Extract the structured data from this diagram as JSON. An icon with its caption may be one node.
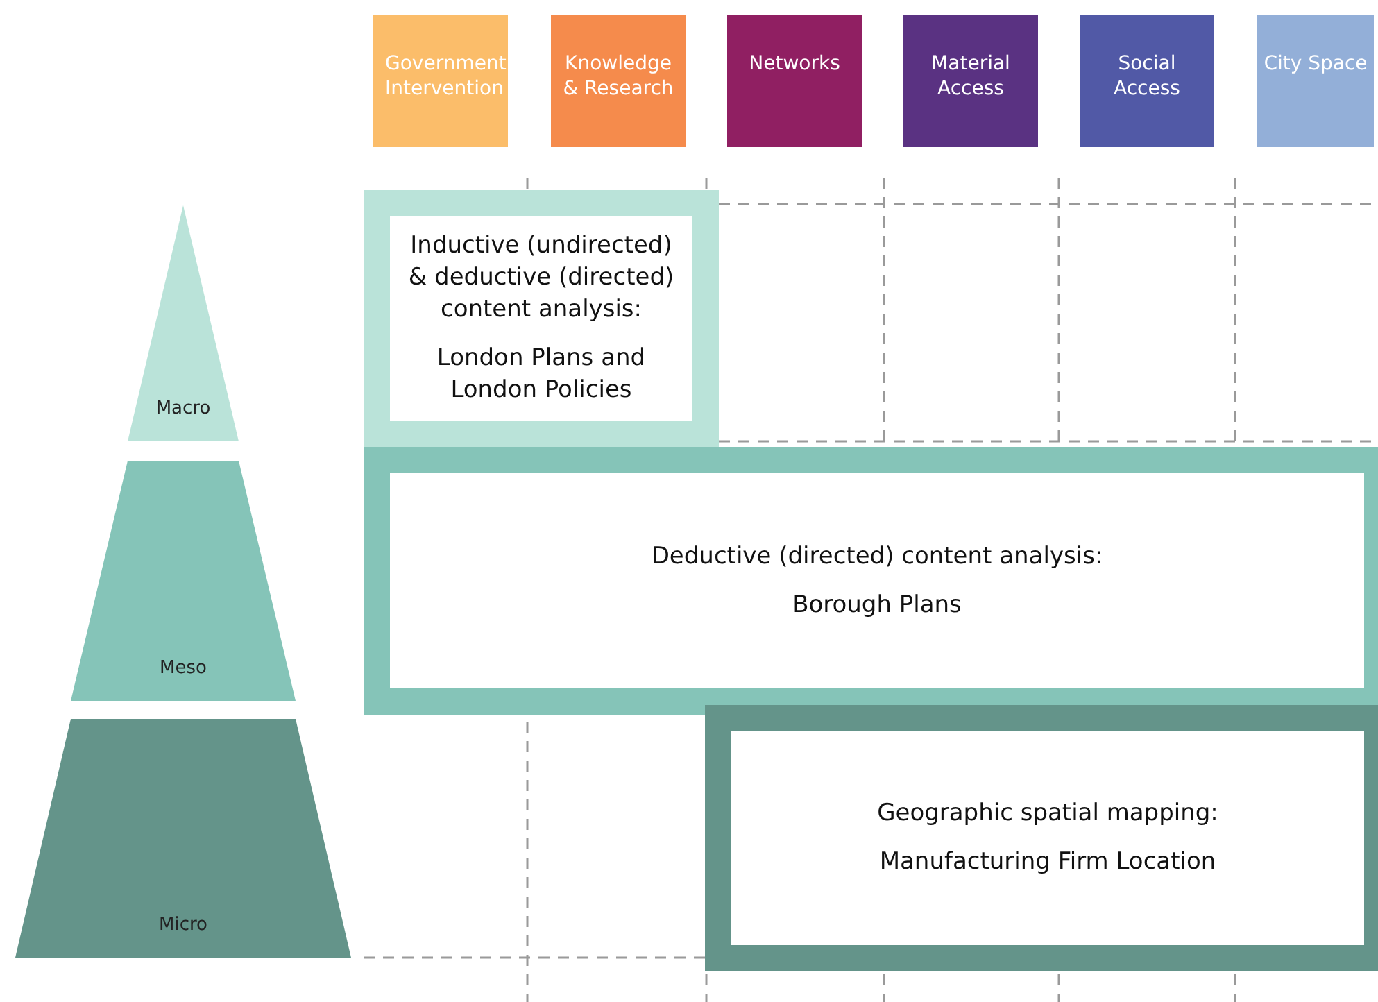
{
  "diagram": {
    "nodes": [
      {
        "text": [
          "Government Intervention"
        ]
      },
      {
        "text": [
          "Knowledge & Research"
        ]
      },
      {
        "text": [
          "Networks"
        ]
      },
      {
        "text": [
          "Material Access"
        ]
      },
      {
        "text": [
          "Social Access"
        ]
      },
      {
        "text": [
          "City Space"
        ]
      },
      {
        "text": [
          "Macro"
        ]
      },
      {
        "text": [
          "Meso"
        ]
      },
      {
        "text": [
          "Micro"
        ]
      },
      {
        "text": [
          "Inductive (undirected) & deductive (directed) content analysis:",
          "London Plans and London Policies"
        ]
      },
      {
        "text": [
          "Deductive (directed) content analysis:",
          "Borough Plans"
        ]
      },
      {
        "text": [
          "Geographic spatial mapping:",
          "Manufacturing Firm Location"
        ]
      }
    ]
  }
}
